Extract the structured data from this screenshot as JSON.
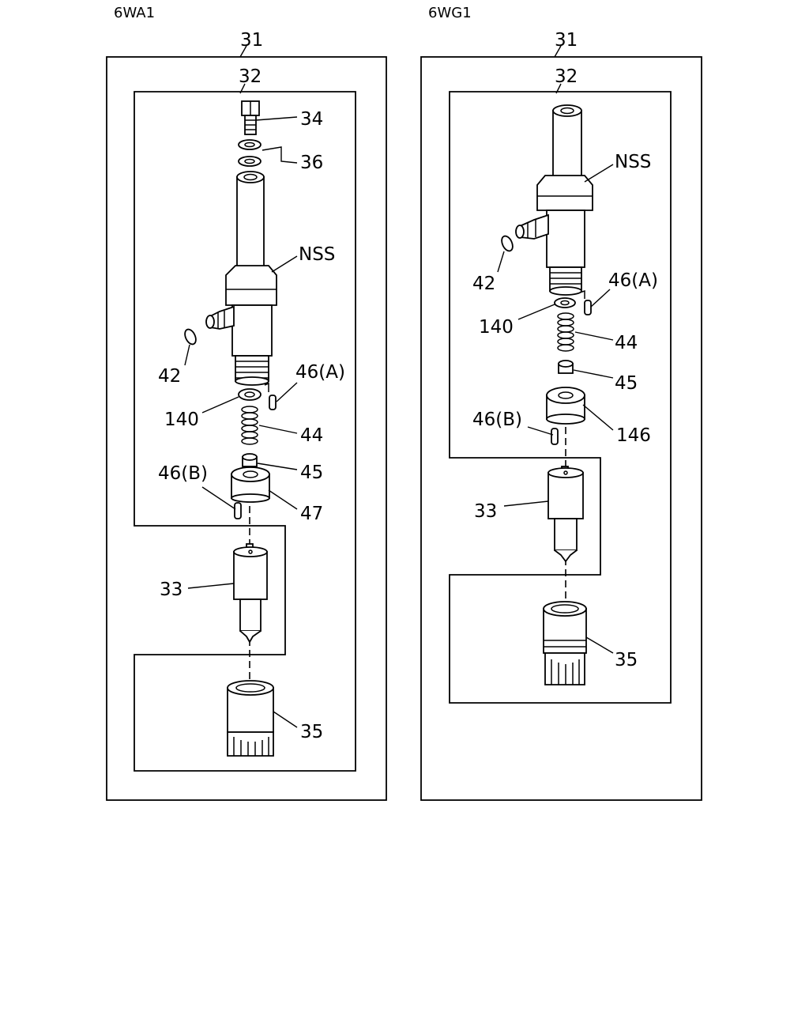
{
  "views": [
    {
      "caption": "6WA1",
      "labels": {
        "assembly": "31",
        "holder": "32",
        "bolt": "34",
        "washers": "36",
        "body": "NSS",
        "o_ring": "42",
        "pin_a": "46(A)",
        "shim": "140",
        "spring": "44",
        "spacer": "45",
        "pin_b": "46(B)",
        "piece": "47",
        "nozzle": "33",
        "nut": "35"
      }
    },
    {
      "caption": "6WG1",
      "labels": {
        "assembly": "31",
        "holder": "32",
        "body": "NSS",
        "o_ring": "42",
        "pin_a": "46(A)",
        "shim": "140",
        "spring": "44",
        "spacer": "45",
        "pin_b": "46(B)",
        "piece": "146",
        "nozzle": "33",
        "nut": "35"
      }
    }
  ]
}
